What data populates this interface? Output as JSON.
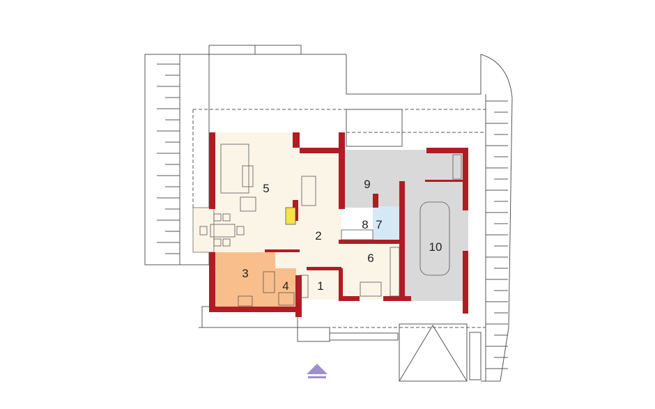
{
  "plan": {
    "rooms": [
      {
        "number": "1"
      },
      {
        "number": "2"
      },
      {
        "number": "3"
      },
      {
        "number": "4"
      },
      {
        "number": "5"
      },
      {
        "number": "6"
      },
      {
        "number": "7"
      },
      {
        "number": "8"
      },
      {
        "number": "9"
      },
      {
        "number": "10"
      }
    ],
    "colors": {
      "wall": "#b01c24",
      "living": "#fbf5e8",
      "kitchen": "#f8bf8c",
      "utility": "#d9d9d9",
      "bath": "#d5e8f6",
      "line": "#555555",
      "entrance_arrow": "#9e90d0"
    },
    "entrance_icon": "triangle-up-arrow-icon"
  }
}
